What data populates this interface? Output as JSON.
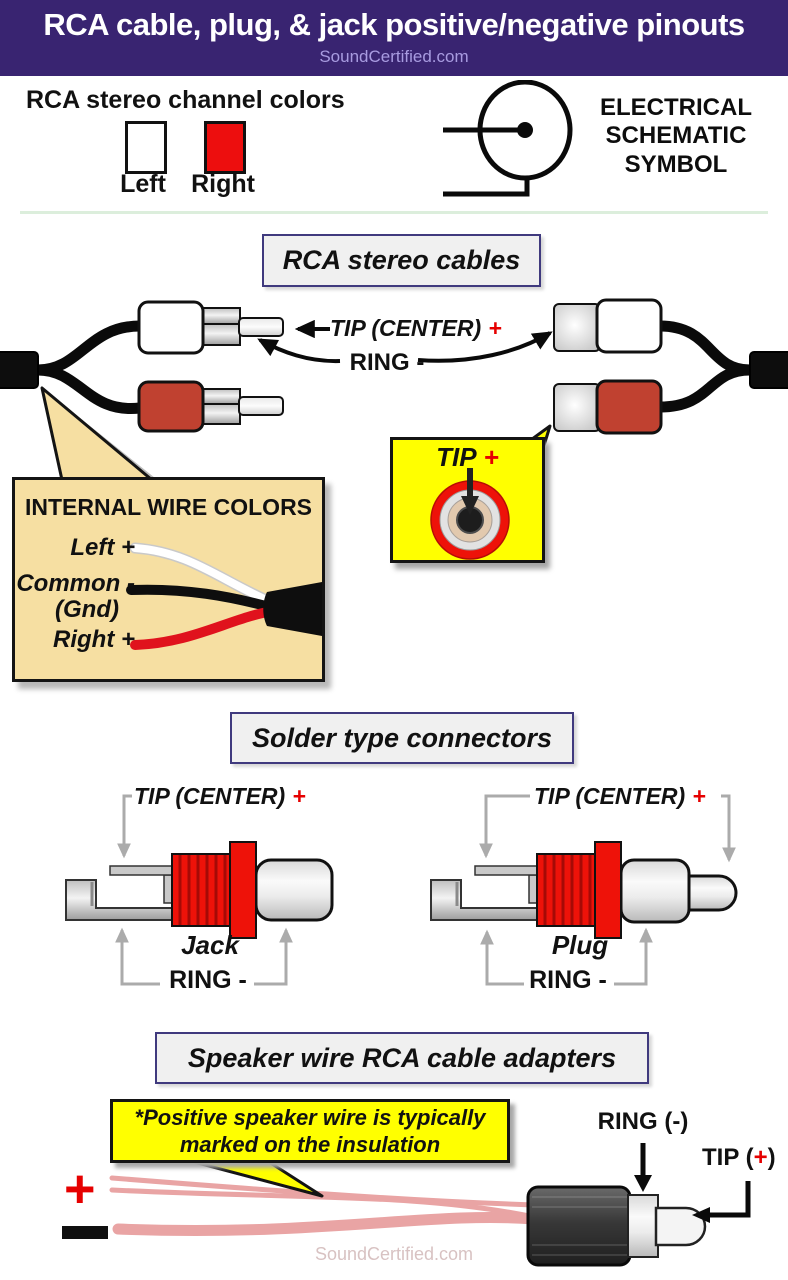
{
  "header": {
    "title": "RCA cable, plug, & jack positive/negative pinouts",
    "site": "SoundCertified.com"
  },
  "legend": {
    "heading": "RCA stereo channel colors",
    "left_label": "Left",
    "right_label": "Right",
    "left_color": "#FFFFFF",
    "right_color": "#ED0E0E"
  },
  "schematic": {
    "label": "ELECTRICAL SCHEMATIC SYMBOL"
  },
  "cables_section": {
    "title": "RCA stereo cables",
    "tip_label": "TIP (CENTER)",
    "plus": "+",
    "ring_label": "RING -"
  },
  "internal_wires": {
    "title": "INTERNAL WIRE COLORS",
    "left_label": "Left +",
    "common_label": "Common -",
    "gnd_label": "(Gnd)",
    "right_label": "Right +",
    "left_wire_color": "#FFFFFF",
    "common_wire_color": "#0E0E0E",
    "right_wire_color": "#E0121D"
  },
  "tip_callout": {
    "label": "TIP",
    "plus": "+"
  },
  "solder_section": {
    "title": "Solder type connectors",
    "tip_label": "TIP (CENTER)",
    "plus": "+",
    "jack_label": "Jack",
    "plug_label": "Plug",
    "ring_label": "RING -"
  },
  "adapter_section": {
    "title": "Speaker wire RCA cable adapters",
    "note_line1": "*Positive speaker wire is typically",
    "note_line2": "marked on the insulation",
    "ring_label": "RING (-)",
    "tip_prefix": "TIP (",
    "tip_plus": "+",
    "tip_suffix": ")",
    "plus_sign": "+",
    "minus_sign": "−"
  },
  "footer": {
    "site": "SoundCertified.com"
  },
  "colors": {
    "header_bg": "#392471",
    "header_site_text": "#A89BE0",
    "accent_red": "#E60000",
    "plug_red": "#C04130",
    "thread_red": "#EE1209",
    "callout_tan": "#F6DFA2",
    "callout_yellow": "#FFFF00",
    "wire_pink": "#E9A4A4",
    "divider_green": "#DCEEDC",
    "section_border": "#403A7E",
    "footer_text": "#D8C2C2"
  }
}
